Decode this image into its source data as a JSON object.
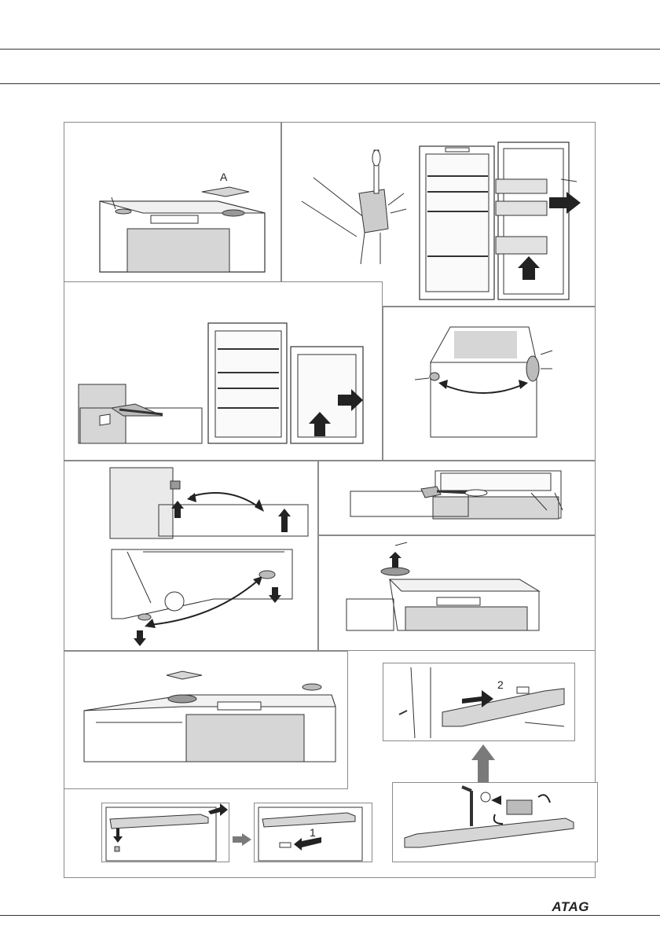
{
  "page": {
    "brand": "ATAG"
  },
  "illustrations": {
    "panel_1": {
      "callout": "A"
    },
    "panel_11": {
      "step_number": "2"
    },
    "panel_12": {
      "step_number": "1"
    }
  },
  "colors": {
    "line": "#333333",
    "fill_gray": "#d6d6d6",
    "arrow_gray": "#7a7a7a",
    "arrow_dark": "#222222"
  }
}
